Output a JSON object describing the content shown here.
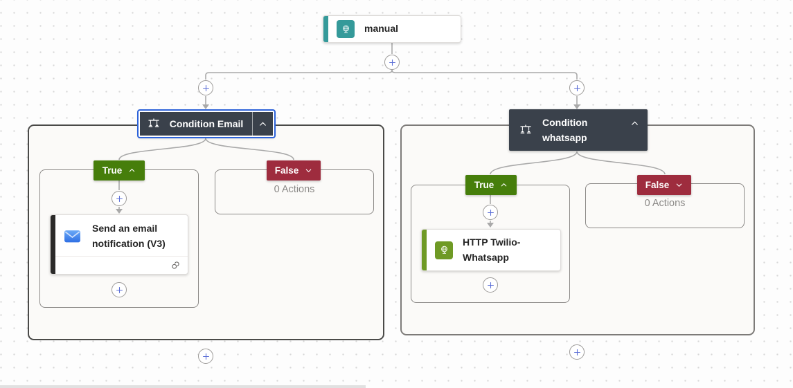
{
  "trigger": {
    "label": "manual"
  },
  "conditions": {
    "email": {
      "title": "Condition Email",
      "true_label": "True",
      "false_label": "False",
      "false_actions_text": "0 Actions",
      "action_title": "Send an email notification (V3)"
    },
    "whatsapp": {
      "title": "Condition whatsapp",
      "true_label": "True",
      "false_label": "False",
      "false_actions_text": "0 Actions",
      "action_title": "HTTP Twilio-Whatsapp"
    }
  },
  "colors": {
    "trigger_accent": "#359a9a",
    "condition_header": "#3a414b",
    "selection_outline": "#2c62d9",
    "true_badge": "#467e0b",
    "false_badge": "#9e2c3e",
    "http_accent": "#6f9a25",
    "email_accent": "#2b2a29",
    "plus_icon": "#5b6ed6",
    "connector": "#a9a9a9"
  }
}
